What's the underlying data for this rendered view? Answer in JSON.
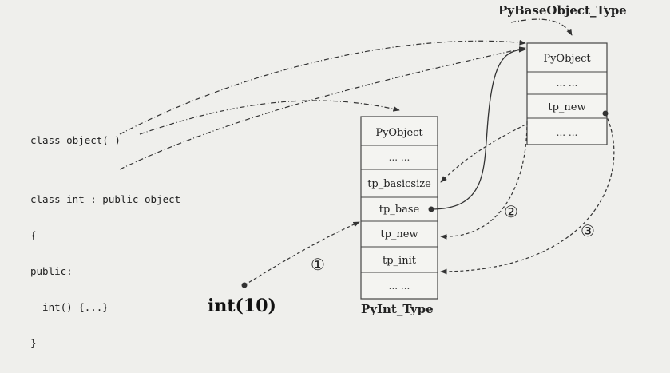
{
  "code": {
    "object_class": "class object( )",
    "int_class": [
      "class int : public object",
      "{",
      "public:",
      "  int() {...}",
      "}"
    ]
  },
  "call": "int(10)",
  "pybaseobject_type": {
    "title": "PyBaseObject_Type",
    "slots": [
      "PyObject",
      "... ...",
      "tp_new",
      "... ..."
    ]
  },
  "pyint_type": {
    "title": "PyInt_Type",
    "slots": [
      "PyObject",
      "... ...",
      "tp_basicsize",
      "tp_base",
      "tp_new",
      "tp_init",
      "... ..."
    ]
  },
  "steps": [
    "①",
    "②",
    "③"
  ]
}
